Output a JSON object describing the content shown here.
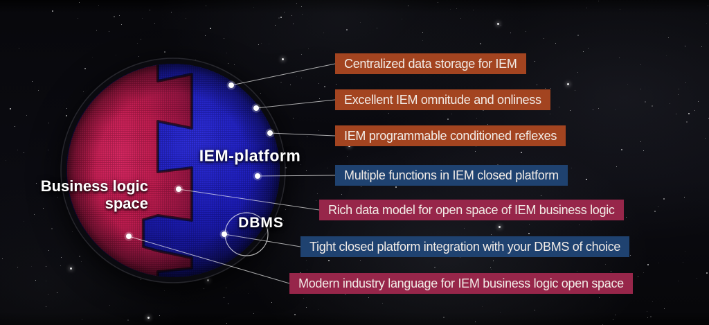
{
  "diagram": {
    "left_region": {
      "label_line1": "Business logic",
      "label_line2": "space"
    },
    "right_region": {
      "label": "IEM-platform"
    },
    "inner_region": {
      "label": "DBMS"
    }
  },
  "callouts": [
    {
      "text": "Centralized data storage for IEM",
      "color": "orange"
    },
    {
      "text": "Excellent IEM omnitude and onliness",
      "color": "orange"
    },
    {
      "text": "IEM programmable conditioned reflexes",
      "color": "orange"
    },
    {
      "text": "Multiple functions in IEM closed platform",
      "color": "navy"
    },
    {
      "text": "Rich data model for open space of IEM business logic",
      "color": "crimson"
    },
    {
      "text": "Tight closed platform integration with your DBMS of choice",
      "color": "navy"
    },
    {
      "text": "Modern industry language for IEM business logic open space",
      "color": "crimson"
    }
  ],
  "colors": {
    "orange": "#a34420",
    "navy": "#1f4270",
    "crimson": "#97264a",
    "label-text": "#f2ece7",
    "red-half": "#c01a4e",
    "blue-half": "#1a1ab8"
  }
}
